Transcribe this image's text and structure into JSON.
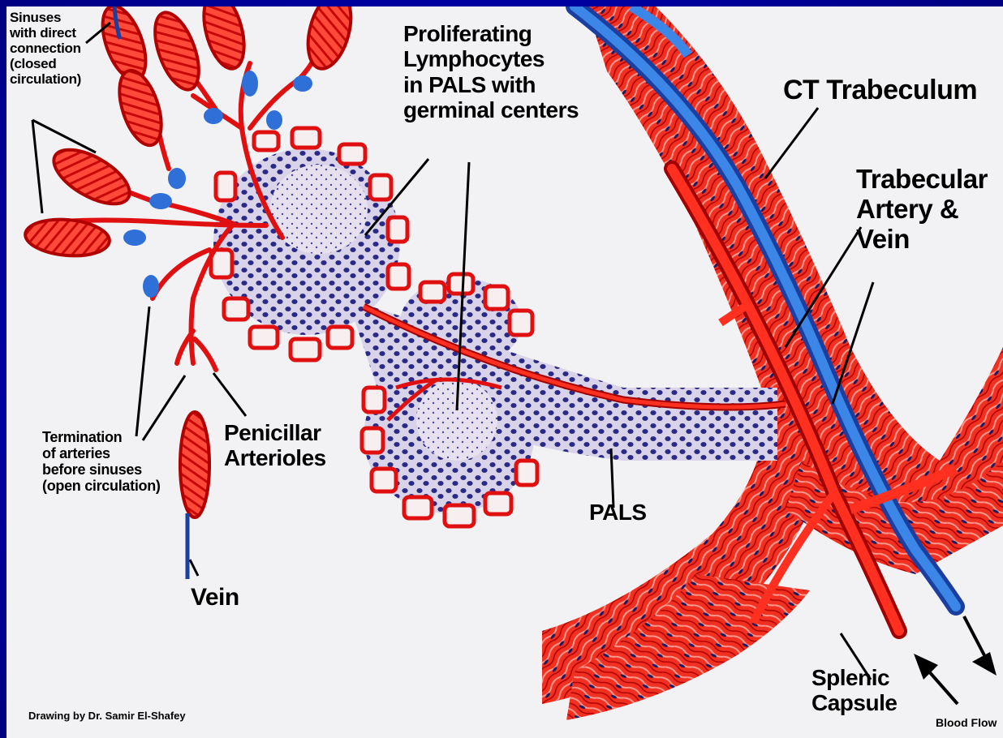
{
  "labels": {
    "sinuses_direct": "Sinuses\nwith direct\nconnection\n(closed\ncirculation)",
    "proliferating": "Proliferating\nLymphocytes\nin PALS with\ngerminal centers",
    "ct_trabeculum": "CT Trabeculum",
    "trabecular_artery": "Trabecular\nArtery &\nVein",
    "termination": "Termination\nof arteries\nbefore sinuses\n(open circulation)",
    "penicillar": "Penicillar\nArterioles",
    "vein": "Vein",
    "pals": "PALS",
    "splenic_capsule": "Splenic\nCapsule",
    "blood_flow": "Blood Flow",
    "credit": "Drawing by Dr. Samir El-Shafey"
  },
  "colors": {
    "frame": "#0000a0",
    "background": "#f2f2f4",
    "artery_red": "#e01010",
    "vein_blue": "#2a6fd6",
    "lymphocyte": "#2a2a8a",
    "follicle": "#d8d0e8"
  }
}
